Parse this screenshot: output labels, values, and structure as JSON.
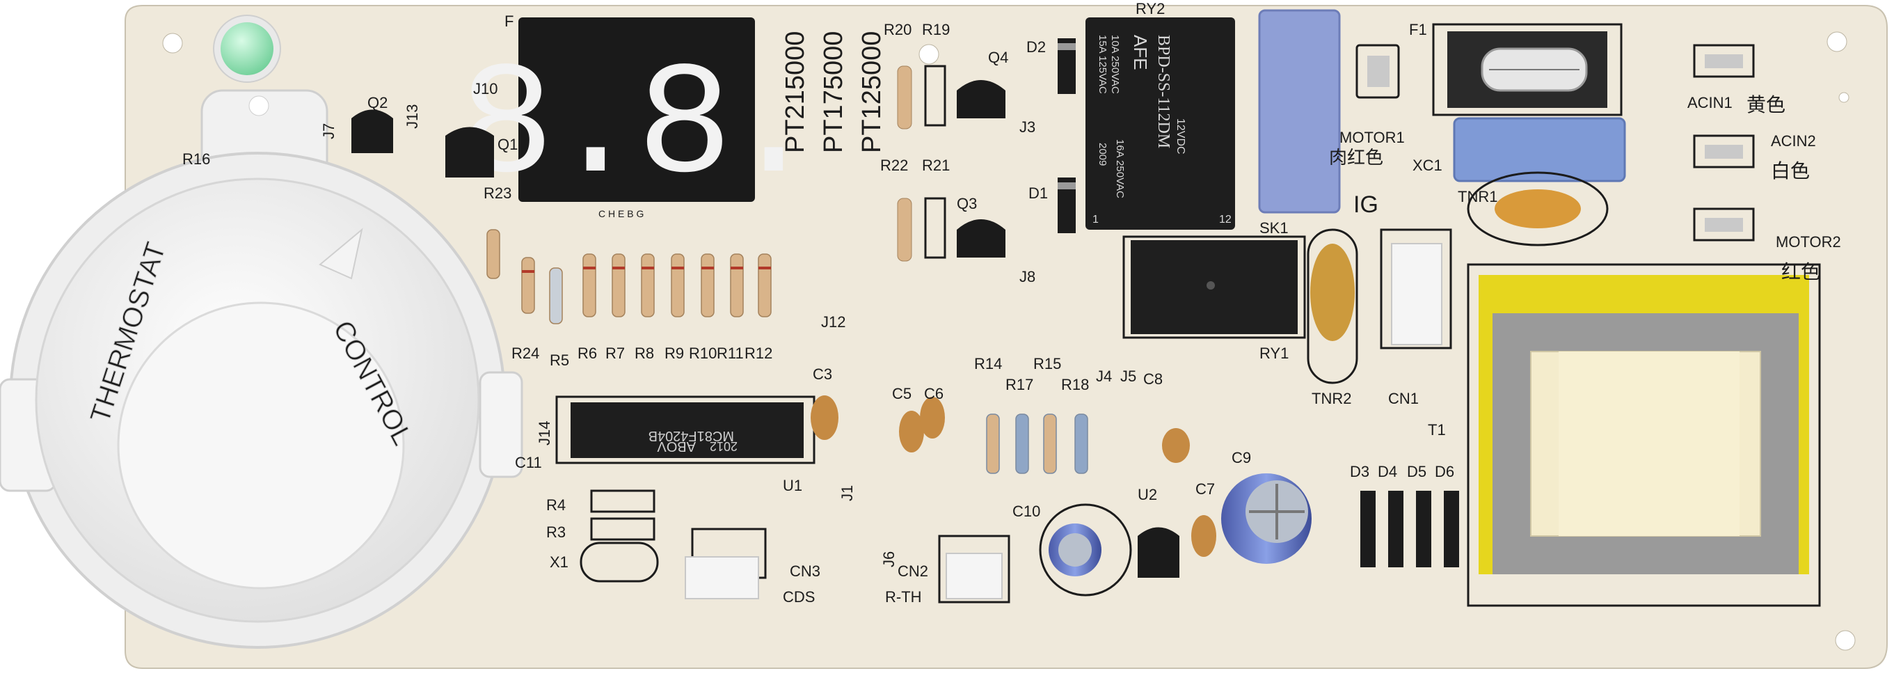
{
  "colors": {
    "board": "#efe9db",
    "silkscreen": "#1c1c1c",
    "knob": "#f3f3f3",
    "led": "#8fe0b2",
    "display": "#1a1a1a",
    "segment": "#f2f2f2",
    "relay_blue": "#8f9fd6",
    "capacitor_blue": "#6f8fd0",
    "disc_cap": "#c58a43",
    "transformer_tape": "#e6d61e",
    "transformer_core": "#9a9a9a"
  },
  "knob": {
    "text_left": "THERMOSTAT",
    "text_right": "CONTROL"
  },
  "display": {
    "digits": "8.8.",
    "label_f": "F",
    "bottom_letters": "C H E B G"
  },
  "model_labels": [
    "PT215000",
    "PT175000",
    "PT125000"
  ],
  "relay_ry2": {
    "designator": "RY2",
    "brand": "AFE",
    "model": "BPD-SS-112DM",
    "line1": "10A 250VAC",
    "line2": "15A 125VAC",
    "line3": "16A 250VAC",
    "coil": "12VDC",
    "year": "2009",
    "pin_left": "1",
    "pin_right": "12"
  },
  "ic_u1": {
    "brand": "ABOV",
    "year": "2012",
    "part": "MC81F4204B",
    "designator": "U1"
  },
  "labels": {
    "r16": "R16",
    "q2": "Q2",
    "j13": "J13",
    "j7": "J7",
    "j10": "J10",
    "q1": "Q1",
    "r23": "R23",
    "r24": "R24",
    "r5": "R5",
    "r6": "R6",
    "r7": "R7",
    "r8": "R8",
    "r9": "R9",
    "r10": "R10",
    "r11": "R11",
    "r12": "R12",
    "r20": "R20",
    "r19": "R19",
    "q4": "Q4",
    "r22": "R22",
    "r21": "R21",
    "q3": "Q3",
    "j3": "J3",
    "j8": "J8",
    "j12": "J12",
    "d2": "D2",
    "d1": "D1",
    "motor1": "MOTOR1",
    "motor1_cn": "肉红色",
    "xc1": "XC1",
    "ig": "IG",
    "sk1": "SK1",
    "f1": "F1",
    "acin1": "ACIN1",
    "acin1_cn": "黄色",
    "acin2": "ACIN2",
    "acin2_cn": "白色",
    "motor2": "MOTOR2",
    "motor2_cn": "红色",
    "tnr1": "TNR1",
    "tnr2": "TNR2",
    "ry1": "RY1",
    "cn1": "CN1",
    "t1": "T1",
    "c3": "C3",
    "c5": "C5",
    "c6": "C6",
    "j14": "J14",
    "j1": "J1",
    "r14": "R14",
    "r17": "R17",
    "r15": "R15",
    "r18": "R18",
    "j4": "J4",
    "j5": "J5",
    "c8": "C8",
    "c9": "C9",
    "c10": "C10",
    "u2": "U2",
    "c7": "C7",
    "d3": "D3",
    "d4": "D4",
    "d5": "D5",
    "d6": "D6",
    "r4": "R4",
    "r3": "R3",
    "x1": "X1",
    "cn3": "CN3",
    "cds": "CDS",
    "j6": "J6",
    "cn2": "CN2",
    "rth": "R-TH",
    "c11": "C11"
  }
}
